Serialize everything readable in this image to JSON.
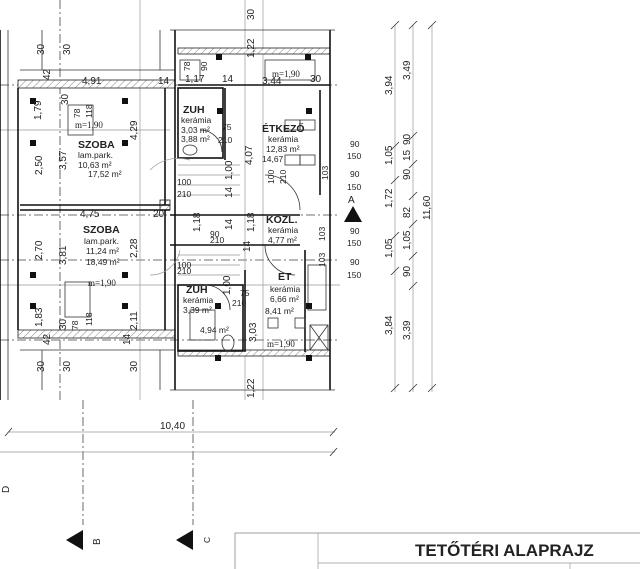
{
  "title_block": {
    "title": "TETŐTÉRI ALAPRAJZ"
  },
  "rooms": [
    {
      "name": "SZOBA",
      "floor": "lam.park.",
      "area_net": "10,63 m²",
      "area_gross": "17,52 m²"
    },
    {
      "name": "ZUH",
      "floor": "kerámia",
      "area_net": "3,03 m²",
      "area_gross": "3,88 m²"
    },
    {
      "name": "ÉTKEZŐ",
      "floor": "kerámia",
      "area_net": "12,83 m²",
      "area_gross": "14,67"
    },
    {
      "name": "KÖZL.",
      "floor": "kerámia",
      "area_net": "4,77 m²"
    },
    {
      "name": "SZOBA",
      "floor": "lam.park.",
      "area_net": "11,24 m²",
      "area_gross": "18,49 m²"
    },
    {
      "name": "ZUH",
      "floor": "kerámia",
      "area_net": "3,39 m²",
      "area_gross": "4,94 m²"
    },
    {
      "name": "ET",
      "floor": "kerámia",
      "area_net": "6,66 m²",
      "area_gross": "8,41 m²"
    }
  ],
  "heights": [
    "m=1,90",
    "m=1,90",
    "m=1,90",
    "m=1,90"
  ],
  "dims_h": [
    "4,91",
    "14",
    "1,17",
    "14",
    "3,44",
    "30",
    "4,75",
    "20",
    "10,40"
  ],
  "dims_v": [
    "30",
    "30",
    "42",
    "1,79",
    "30",
    "2,50",
    "3,57",
    "4,29",
    "1,22",
    "4,07",
    "1,00",
    "14",
    "14",
    "2,70",
    "3,81",
    "2,28",
    "1,83",
    "30",
    "2,11",
    "14",
    "42",
    "30",
    "30",
    "30",
    "1,18",
    "1,18",
    "1,00",
    "14",
    "3,03",
    "1,22",
    "30",
    "78",
    "118",
    "78",
    "118",
    "78",
    "90"
  ],
  "doors": [
    "75",
    "210",
    "100",
    "210",
    "90",
    "150",
    "90",
    "150",
    "100",
    "210",
    "90",
    "210",
    "100",
    "210",
    "90",
    "150",
    "90",
    "150",
    "75",
    "210",
    "103",
    "103",
    "103"
  ],
  "right_dims": {
    "col1": [
      "3,94",
      "1,05",
      "1,72",
      "1,05",
      "3,84"
    ],
    "col2": [
      "3,49",
      "90",
      "15",
      "90",
      "82",
      "1,05",
      "90",
      "3,39"
    ],
    "col3": [
      "11,60"
    ]
  },
  "sections": {
    "a": "A",
    "b": "B",
    "c": "C",
    "d": "D"
  }
}
